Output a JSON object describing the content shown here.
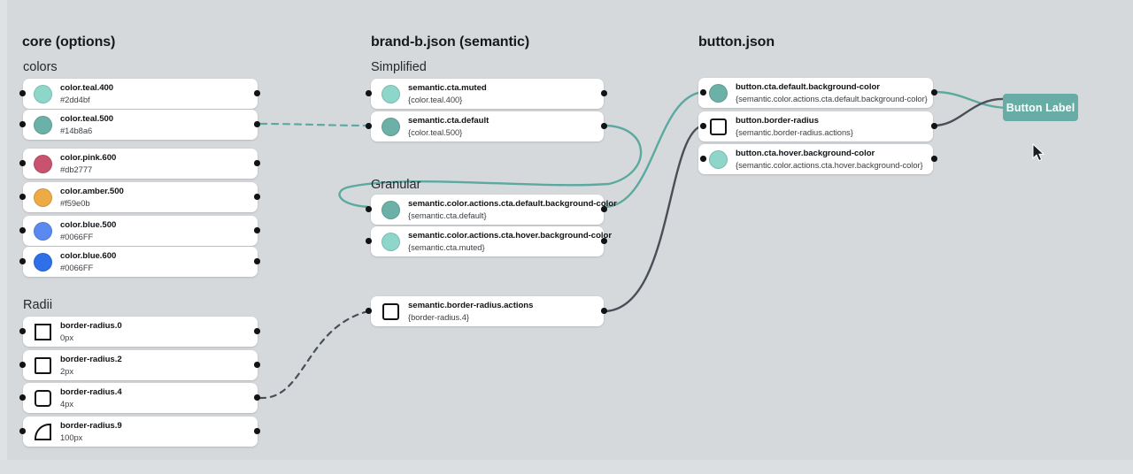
{
  "canvas": {
    "background_color": "#d6d9dc",
    "edge_teal_color": "#5ca9a0",
    "edge_dark_color": "#4a4f57"
  },
  "columns": [
    {
      "id": "core",
      "title": "core (options)"
    },
    {
      "id": "semantic",
      "title": "brand-b.json (semantic)"
    },
    {
      "id": "component",
      "title": "button.json"
    }
  ],
  "groups": [
    {
      "id": "colors",
      "label": "colors"
    },
    {
      "id": "radii",
      "label": "Radii"
    },
    {
      "id": "simplified",
      "label": "Simplified"
    },
    {
      "id": "granular",
      "label": "Granular"
    }
  ],
  "nodes": {
    "core_colors": [
      {
        "name": "color.teal.400",
        "value": "#2dd4bf",
        "swatch": "circle",
        "swatch_color": "#8fd6ca"
      },
      {
        "name": "color.teal.500",
        "value": "#14b8a6",
        "swatch": "circle",
        "swatch_color": "#6cb1a8"
      },
      {
        "name": "color.pink.600",
        "value": "#db2777",
        "swatch": "circle",
        "swatch_color": "#c9536f"
      },
      {
        "name": "color.amber.500",
        "value": "#f59e0b",
        "swatch": "circle",
        "swatch_color": "#edab45"
      },
      {
        "name": "color.blue.500",
        "value": "#0066FF",
        "swatch": "circle",
        "swatch_color": "#5a8af0"
      },
      {
        "name": "color.blue.600",
        "value": "#0066FF",
        "swatch": "circle",
        "swatch_color": "#2f6fe8"
      }
    ],
    "core_radii": [
      {
        "name": "border-radius.0",
        "value": "0px",
        "swatch": "square"
      },
      {
        "name": "border-radius.2",
        "value": "2px",
        "swatch": "square"
      },
      {
        "name": "border-radius.4",
        "value": "4px",
        "swatch": "square"
      },
      {
        "name": "border-radius.9",
        "value": "100px",
        "swatch": "quarter"
      }
    ],
    "semantic_simplified": [
      {
        "name": "semantic.cta.muted",
        "value": "{color.teal.400}",
        "swatch": "circle",
        "swatch_color": "#8fd6ca"
      },
      {
        "name": "semantic.cta.default",
        "value": "{color.teal.500}",
        "swatch": "circle",
        "swatch_color": "#6cb1a8"
      }
    ],
    "semantic_granular": [
      {
        "name": "semantic.color.actions.cta.default.background-color",
        "value": "{semantic.cta.default}",
        "swatch": "circle",
        "swatch_color": "#6cb1a8"
      },
      {
        "name": "semantic.color.actions.cta.hover.background-color",
        "value": "{semantic.cta.muted}",
        "swatch": "circle",
        "swatch_color": "#8fd6ca"
      }
    ],
    "semantic_radii": [
      {
        "name": "semantic.border-radius.actions",
        "value": "{border-radius.4}",
        "swatch": "square"
      }
    ],
    "component": [
      {
        "name": "button.cta.default.background-color",
        "value": "{semantic.color.actions.cta.default.background-color}",
        "swatch": "circle",
        "swatch_color": "#6cb1a8"
      },
      {
        "name": "button.border-radius",
        "value": "{semantic.border-radius.actions}",
        "swatch": "square"
      },
      {
        "name": "button.cta.hover.background-color",
        "value": "{semantic.color.actions.cta.hover.background-color}",
        "swatch": "circle",
        "swatch_color": "#8fd6ca"
      }
    ]
  },
  "preview": {
    "label": "Button Label",
    "background_color": "#67ada6",
    "text_color": "#ffffff"
  },
  "cursor": {
    "name": "mouse-pointer"
  }
}
